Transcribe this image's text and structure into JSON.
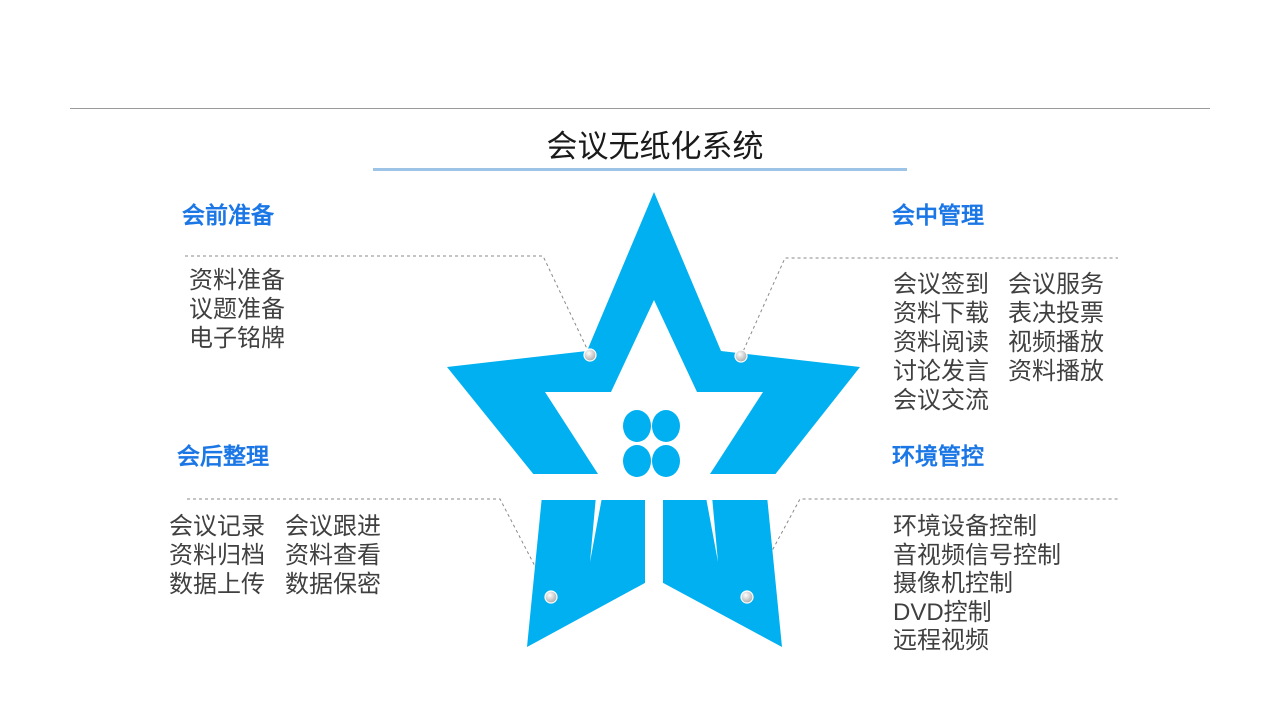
{
  "title": "会议无纸化系统",
  "star_center_icon": "four-dots-icon",
  "sections": {
    "pre_meeting": {
      "heading": "会前准备",
      "items": [
        "资料准备",
        "议题准备",
        "电子铭牌"
      ]
    },
    "in_meeting": {
      "heading": "会中管理",
      "rows": [
        [
          "会议签到",
          "会议服务"
        ],
        [
          "资料下载",
          "表决投票"
        ],
        [
          "资料阅读",
          "视频播放"
        ],
        [
          "讨论发言",
          "资料播放"
        ],
        [
          "会议交流"
        ]
      ]
    },
    "post_meeting": {
      "heading": "会后整理",
      "rows": [
        [
          "会议记录",
          "会议跟进"
        ],
        [
          "资料归档",
          "资料查看"
        ],
        [
          "数据上传",
          "数据保密"
        ]
      ]
    },
    "environment": {
      "heading": "环境管控",
      "items": [
        "环境设备控制",
        "音视频信号控制",
        "摄像机控制",
        "DVD控制",
        "远程视频"
      ]
    }
  },
  "colors": {
    "star": "#00B0F0",
    "heading": "#1C77E6",
    "text": "#404040",
    "title": "#1A1A1A",
    "title_underline": "#9DC3E6",
    "rule": "#9A9A9A",
    "connector": "#8A8A8A",
    "marker": "#BFBFBF"
  }
}
